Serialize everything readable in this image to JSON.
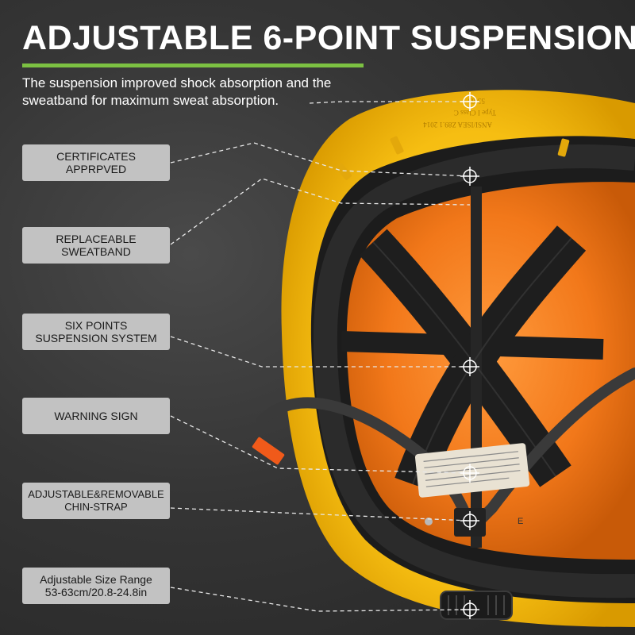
{
  "header": {
    "title": "ADJUSTABLE 6-POINT SUSPENSION",
    "subtitle": "The suspension improved shock absorption and the sweatband for maximum sweat absorption."
  },
  "labels": [
    {
      "line1": "CERTIFICATES",
      "line2": "APPRPVED"
    },
    {
      "line1": "REPLACEABLE",
      "line2": "SWEATBAND"
    },
    {
      "line1": "SIX POINTS",
      "line2": "SUSPENSION SYSTEM"
    },
    {
      "line1": "WARNING SIGN",
      "line2": ""
    },
    {
      "line1": "ADJUSTABLE&REMOVABLE",
      "line2": "CHIN-STRAP"
    },
    {
      "line1": "Adjustable Size Range",
      "line2": "53-63cm/20.8-24.8in"
    }
  ],
  "colors": {
    "accent": "#7cc142",
    "shell": "#f7c31a",
    "interior": "#f07a1a",
    "strap": "#1f1f1f"
  },
  "helmet_marks": {
    "shell_text_1": "ANSI/ISEA Z89.1 2014",
    "shell_text_2": "Type I Class C",
    "shell_text_3": "53-63",
    "letter": "E"
  }
}
